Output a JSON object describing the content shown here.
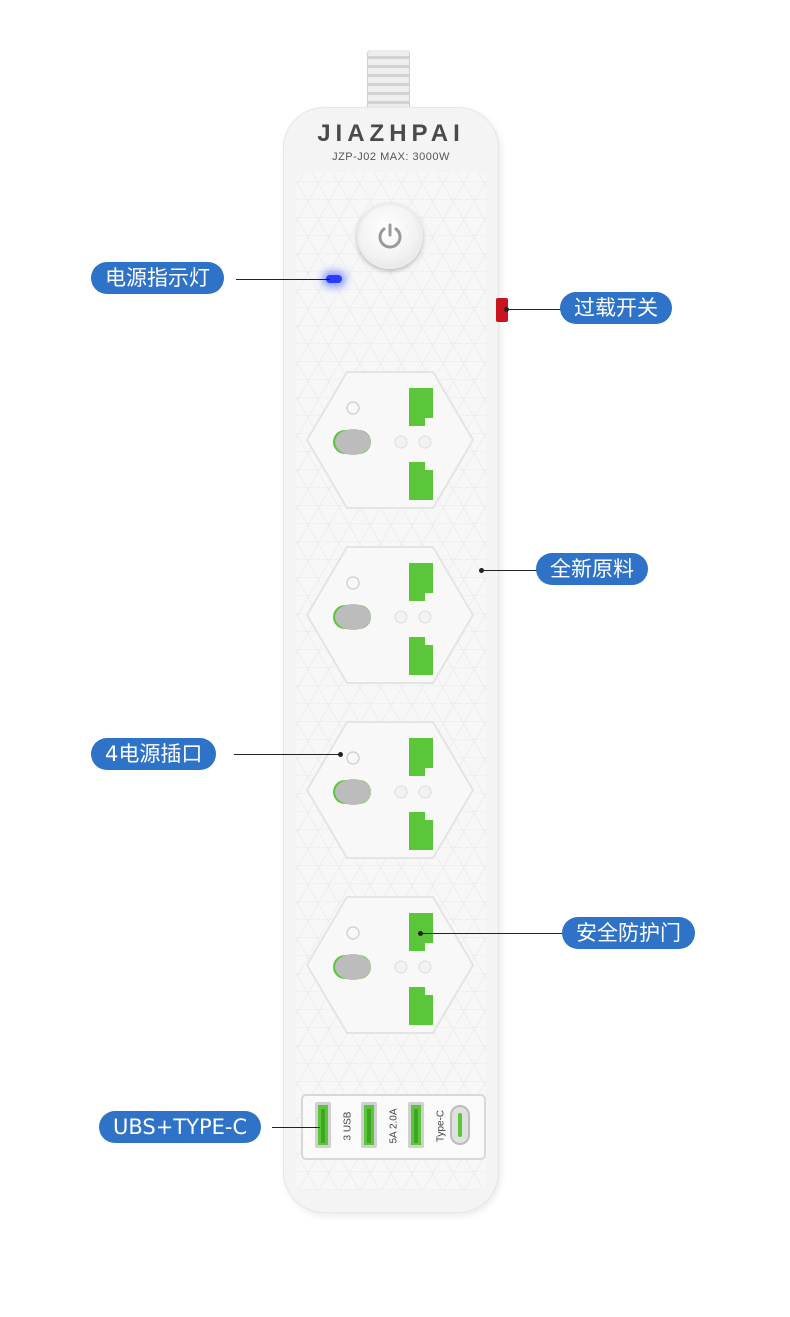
{
  "product": {
    "brand": "JIAZHPAI",
    "model": "JZP-J02  MAX: 3000W",
    "usb_labels": [
      "3 USB",
      "5A 2.0A",
      "Type-C"
    ]
  },
  "callouts": {
    "power_indicator": "电源指示灯",
    "overload_switch": "过载开关",
    "new_material": "全新原料",
    "four_sockets": "4电源插口",
    "safety_shutter": "安全防护门",
    "usb_typec": "UBS+TYPE-C"
  },
  "colors": {
    "tag_bg": "#2f73c8",
    "socket_green": "#5cc63a",
    "led_blue": "#2b3cff",
    "overload_red": "#c8141e"
  }
}
